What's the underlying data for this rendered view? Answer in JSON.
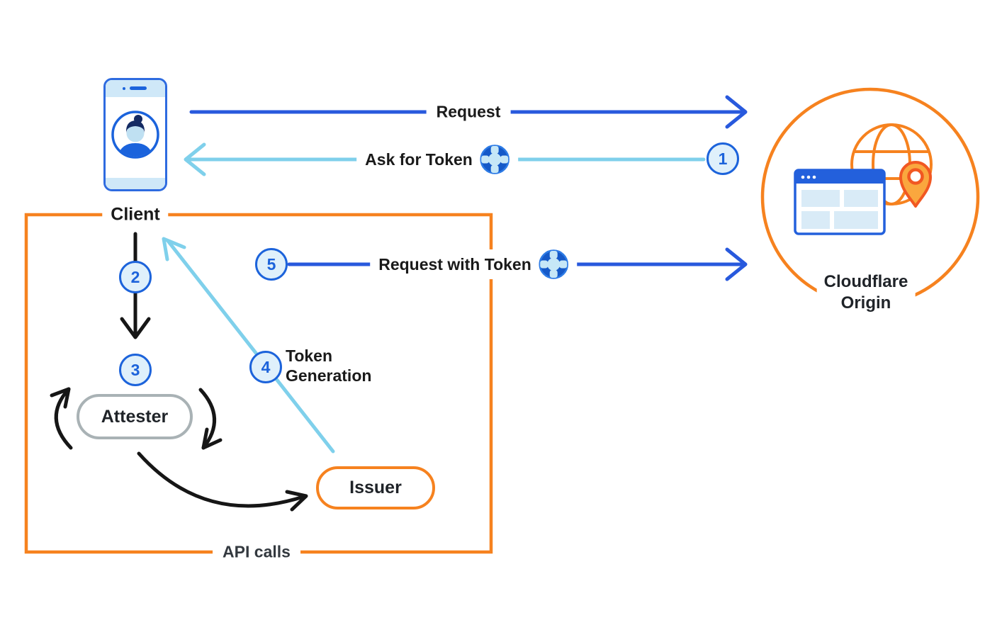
{
  "nodes": {
    "client": {
      "label": "Client"
    },
    "attester": {
      "label": "Attester"
    },
    "issuer": {
      "label": "Issuer"
    },
    "cloudflare_origin": {
      "line1": "Cloudflare",
      "line2": "Origin"
    }
  },
  "flows": {
    "request": {
      "label": "Request"
    },
    "ask_for_token": {
      "label": "Ask for Token",
      "step": "1"
    },
    "client_to_attester": {
      "step": "2"
    },
    "attestation": {
      "step": "3"
    },
    "token_generation": {
      "line1": "Token",
      "line2": "Generation",
      "step": "4"
    },
    "request_with_token": {
      "label": "Request with Token",
      "step": "5"
    },
    "api_calls": {
      "label": "API calls"
    }
  },
  "icons": {
    "client": "phone-user-icon",
    "token": "token-icon",
    "origin": "globe-browser-pin-icon"
  },
  "colors": {
    "orange": "#f6821f",
    "blue": "#2859dd",
    "light_blue": "#7fd0eb",
    "badge_border": "#1c63db",
    "badge_fill": "#dff0fb",
    "gray": "#a9b2b5",
    "black": "#161616",
    "pin_stroke": "#f15822",
    "pin_fill": "#faa73e",
    "panel_blue": "#d9ebf7",
    "browser_blue": "#2360dc"
  }
}
